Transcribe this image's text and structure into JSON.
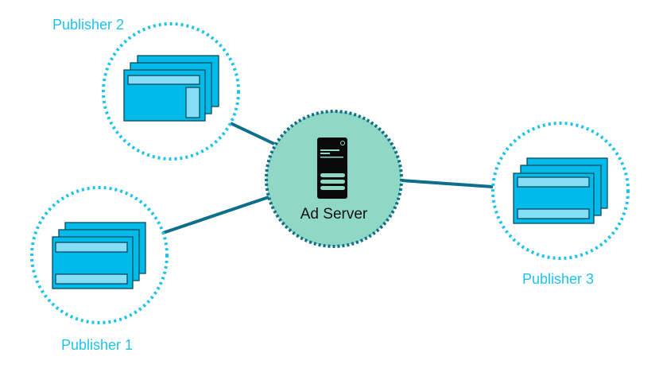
{
  "server": {
    "label": "Ad Server",
    "icon": "server-icon"
  },
  "publishers": [
    {
      "label": "Publisher 1"
    },
    {
      "label": "Publisher 2"
    },
    {
      "label": "Publisher 3"
    }
  ],
  "colors": {
    "publisher_ring": "#1ec3ea",
    "server_fill": "#8fd8c5",
    "server_ring": "#0e6f87",
    "connector": "#0d6f8a",
    "card": "#00bbea",
    "card_bar": "#84dff6"
  }
}
